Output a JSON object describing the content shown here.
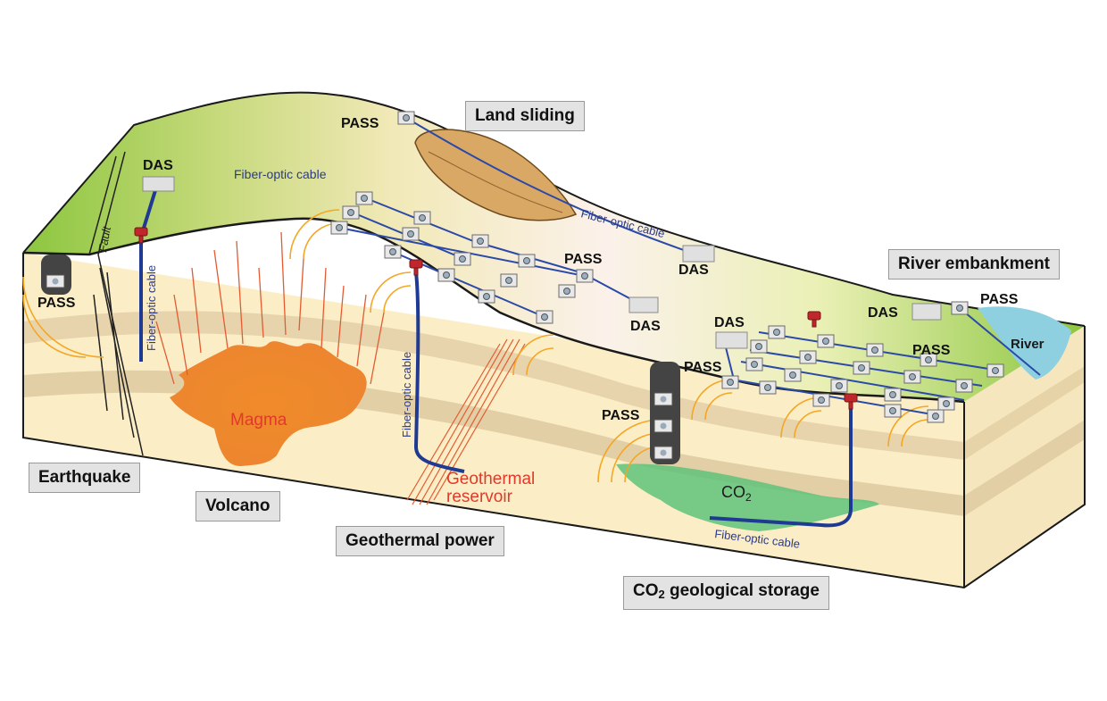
{
  "labels": {
    "land_sliding": "Land sliding",
    "river_embankment": "River embankment",
    "earthquake": "Earthquake",
    "volcano": "Volcano",
    "geothermal_power": "Geothermal power",
    "co2_storage_prefix": "CO",
    "co2_storage_sub": "2",
    "co2_storage_suffix": " geological storage"
  },
  "terms": {
    "das": "DAS",
    "pass": "PASS",
    "fiber_optic_cable": "Fiber-optic cable",
    "fault": "Fault",
    "magma": "Magma",
    "geothermal_reservoir_line1": "Geothermal",
    "geothermal_reservoir_line2": "reservoir",
    "co2": "CO",
    "co2_sub": "2",
    "river": "River"
  },
  "colors": {
    "ground_green": "#8cc63f",
    "ground_top_light": "#f2e9b8",
    "soil_light": "#fbeec6",
    "soil_dark": "#e6d3a8",
    "cable_blue": "#1f3a93",
    "wave_orange": "#f5a623",
    "magma_orange": "#ef8a2c",
    "co2_green": "#5fc27a",
    "river_blue": "#8fd0e0",
    "landslide_brown": "#d9a865",
    "wellhead_red": "#c0272d"
  }
}
